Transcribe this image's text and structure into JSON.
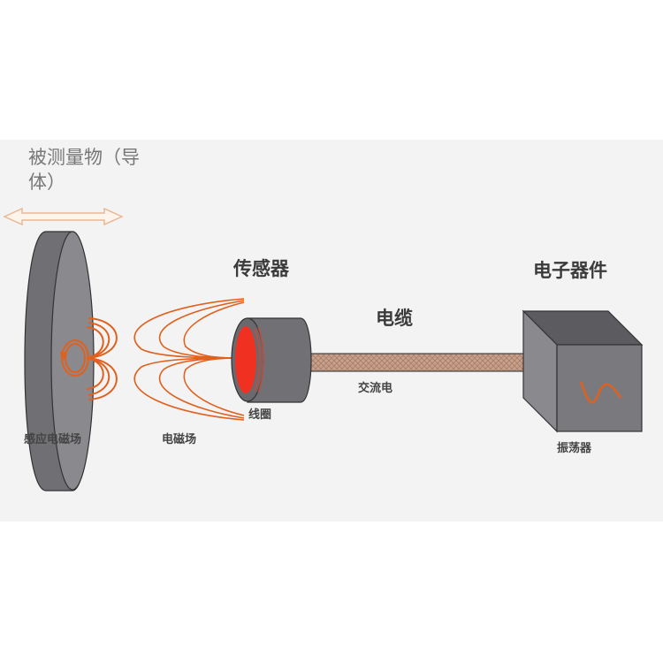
{
  "labels": {
    "target_line1": "被测量物（导",
    "target_line2": "体）",
    "sensor": "传感器",
    "cable": "电缆",
    "electronics": "电子器件",
    "alternating_current": "交流电",
    "coil": "线圈",
    "em_field": "电磁场",
    "induced_em_field": "感应电磁场",
    "oscillator": "振荡器"
  },
  "colors": {
    "field_lines": "#e0601e",
    "coil": "#f03020",
    "body_gray": "#6e6e72",
    "cable": "#c9a08a"
  }
}
